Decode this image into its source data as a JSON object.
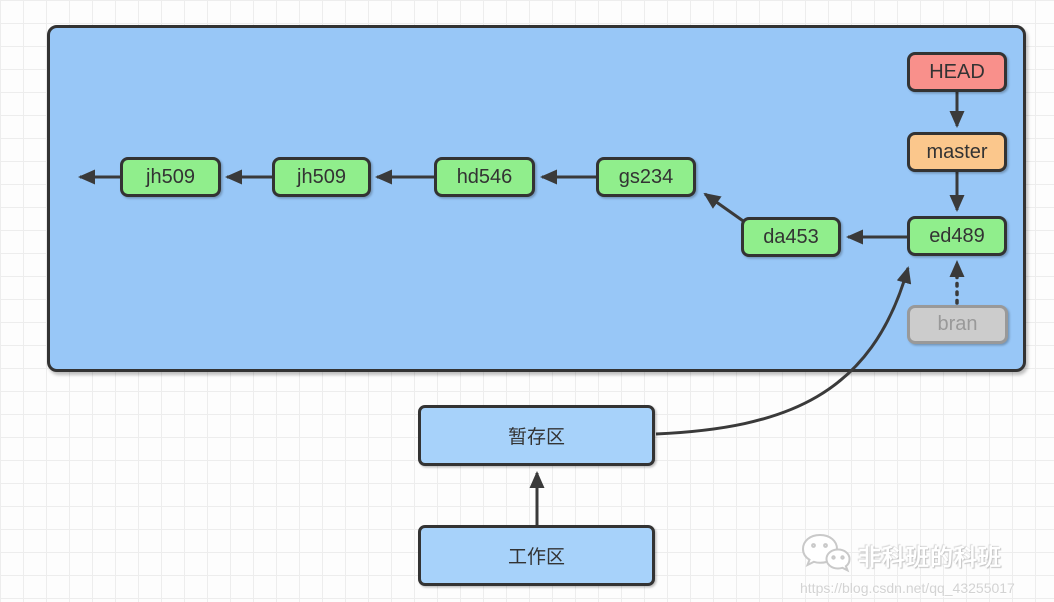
{
  "colors": {
    "panel_blue": "#98C7F7",
    "area_blue": "#A7D2FA",
    "commit_green": "#90EE8C",
    "head_red": "#F9908B",
    "master_orange": "#FBC78C",
    "branch_gray": "#CCCCCC",
    "outline_dark": "#333333",
    "arrow_dark": "#3A3A3A"
  },
  "repo_panel": {
    "commits": [
      {
        "label": "jh509"
      },
      {
        "label": "jh509"
      },
      {
        "label": "hd546"
      },
      {
        "label": "gs234"
      },
      {
        "label": "da453"
      },
      {
        "label": "ed489"
      }
    ],
    "head_label": "HEAD",
    "master_label": "master",
    "branch_label": "bran"
  },
  "areas": {
    "staging_label": "暂存区",
    "working_label": "工作区"
  },
  "watermark": {
    "name": "非科班的科班",
    "url": "https://blog.csdn.net/qq_43255017"
  }
}
